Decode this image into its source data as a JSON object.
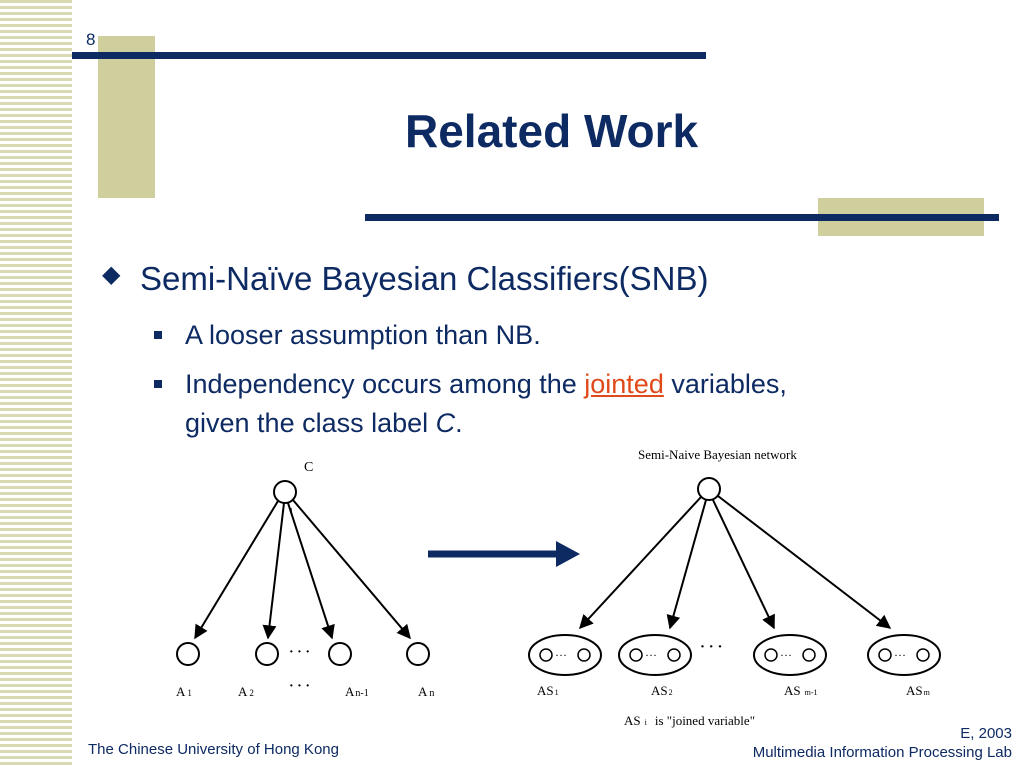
{
  "slide": {
    "number": "8",
    "title": "Related Work",
    "bullet_main": "Semi-Naïve Bayesian Classifiers(SNB)",
    "sub1": "A looser assumption than NB.",
    "sub2_before": "Independency occurs among the ",
    "sub2_highlight": "jointed",
    "sub2_after": " variables,",
    "sub2_line2": "given the class label ",
    "sub2_var": "C",
    "sub2_end": "."
  },
  "diagram_nb": {
    "class_label": "C",
    "attr_labels": [
      "A",
      "A",
      "A",
      "A"
    ],
    "attr_subs": [
      "1",
      "2",
      "n-1",
      "n"
    ],
    "dots_row": "· · ·",
    "dots_labels": "· · ·"
  },
  "diagram_snb": {
    "title": "Semi-Naive Bayesian network",
    "node_dots": "···",
    "dots_between": "·  ·  ·",
    "labels": [
      "AS",
      "AS",
      "AS",
      "AS"
    ],
    "label_subs": [
      "1",
      "2",
      "m-1",
      "m"
    ],
    "note_prefix": "AS",
    "note_sub": "i",
    "note_text": "is \"joined variable\""
  },
  "footer": {
    "left": "The Chinese University of Hong Kong",
    "right_line1": "E, 2003",
    "right_line2": "Multimedia Information Processing Lab"
  },
  "colors": {
    "navy": "#0d2a63",
    "tan": "#cfcf9e",
    "highlight": "#e0491a"
  },
  "icons": [
    "diamond-bullet-icon",
    "square-bullet-icon",
    "right-arrow-icon"
  ]
}
